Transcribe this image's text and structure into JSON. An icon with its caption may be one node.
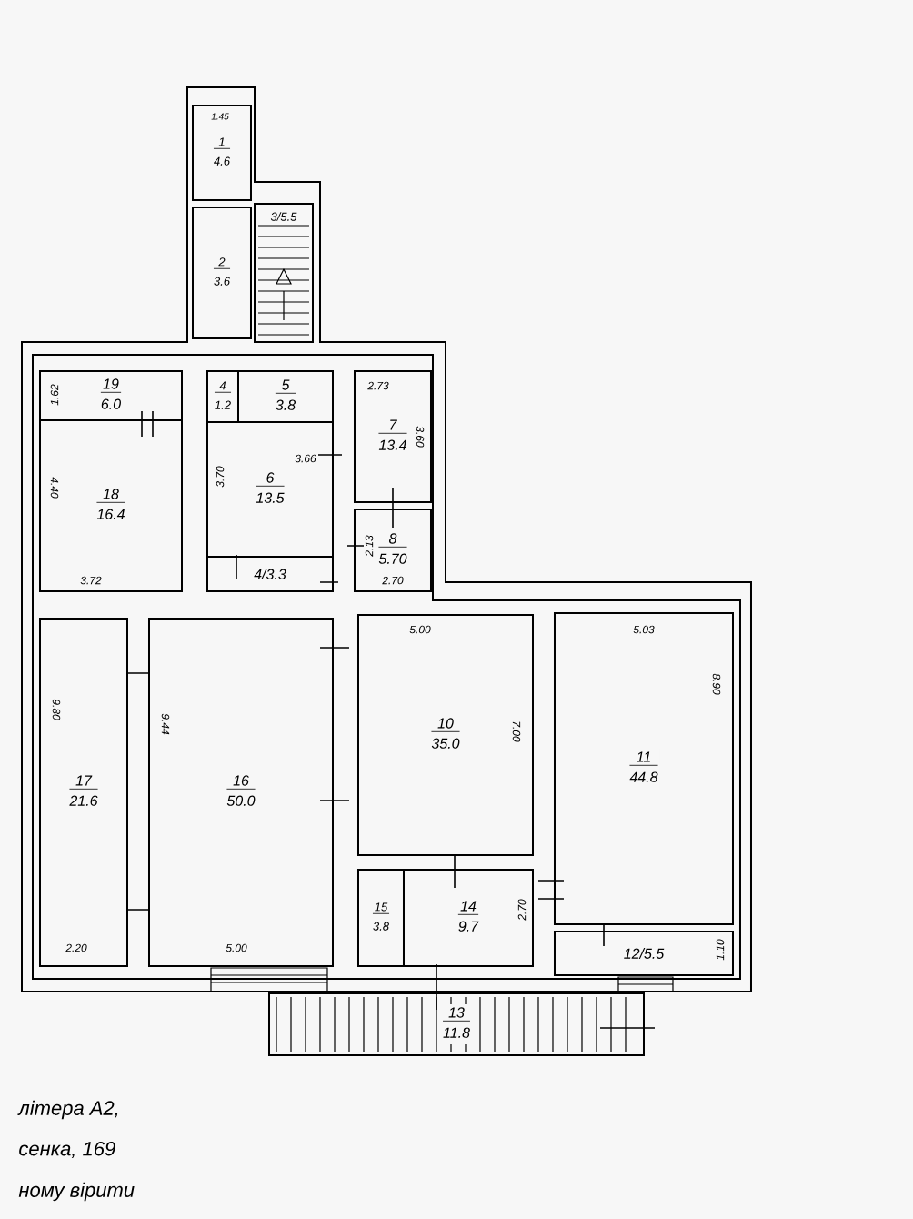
{
  "diagram": {
    "nodes": [
      {
        "text": [
          "1",
          "4.6"
        ]
      },
      {
        "text": [
          "2",
          "3.6"
        ]
      },
      {
        "text": [
          "3/5.5"
        ]
      },
      {
        "text": [
          "19",
          "6.0"
        ]
      },
      {
        "text": [
          "4",
          "1.2"
        ]
      },
      {
        "text": [
          "5",
          "3.8"
        ]
      },
      {
        "text": [
          "7",
          "13.4"
        ]
      },
      {
        "text": [
          "18",
          "16.4"
        ]
      },
      {
        "text": [
          "6",
          "13.5"
        ]
      },
      {
        "text": [
          "8",
          "5.70"
        ]
      },
      {
        "text": [
          "4/3.3"
        ]
      },
      {
        "text": [
          "17",
          "21.6"
        ]
      },
      {
        "text": [
          "16",
          "50.0"
        ]
      },
      {
        "text": [
          "10",
          "35.0"
        ]
      },
      {
        "text": [
          "11",
          "44.8"
        ]
      },
      {
        "text": [
          "15",
          "3.8"
        ]
      },
      {
        "text": [
          "14",
          "9.7"
        ]
      },
      {
        "text": [
          "12/5.5"
        ]
      },
      {
        "text": [
          "13",
          "11.8"
        ]
      }
    ],
    "labels": [
      "1.45",
      "1.62",
      "2.73",
      "3.66",
      "3.60",
      "3.70",
      "4.40",
      "2.13",
      "3.72",
      "2.70",
      "5.00",
      "5.03",
      "9.80",
      "9.44",
      "7.00",
      "8.90",
      "2.70",
      "2.20",
      "5.00",
      "1.10",
      "літера А2,",
      "сенка, 169",
      "ному вірити"
    ]
  }
}
